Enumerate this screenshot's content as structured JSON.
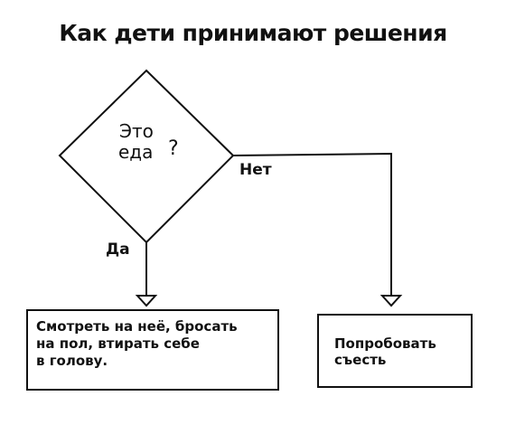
{
  "title": "Как дети принимают решения",
  "decision": {
    "line1": "Это",
    "line2": "еда",
    "mark": "?"
  },
  "branches": {
    "yes_label": "Да",
    "no_label": "Нет"
  },
  "outcomes": {
    "yes_text": "Смотреть на неё, бросать\nна пол, втирать себе\nв голову.",
    "no_text": "Попробовать\nсъесть"
  }
}
